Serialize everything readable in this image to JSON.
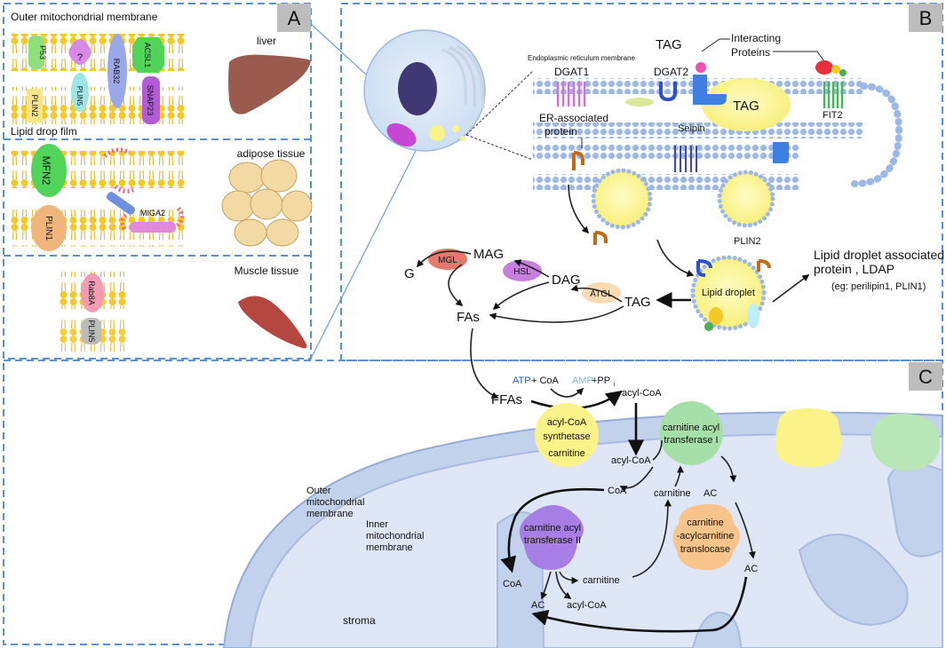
{
  "panels": {
    "a": "A",
    "b": "B",
    "c": "C"
  },
  "panel_a": {
    "outer_membrane_title": "Outer mitochondrial membrane",
    "lipid_film_label": "Lipid drop film",
    "liver": "liver",
    "adipose": "adipose tissue",
    "muscle": "Muscle tissue",
    "proteins": {
      "p53": "P53",
      "question": "?",
      "rab32": "RAB32",
      "acsl1": "ACSL1",
      "plin2": "PLIN2",
      "plin5": "PLIN5",
      "snap23": "SNAP23",
      "mfn2": "MFN2",
      "plin1": "PLIN1",
      "miga2": "MIGA2",
      "rab8a": "Rab8A",
      "plin5b": "PLIN5"
    }
  },
  "panel_b": {
    "er_membrane": "Endoplasmic reticulum membrane",
    "dgat1": "DGAT1",
    "dgat2": "DGAT2",
    "tag_top": "TAG",
    "interacting": "Interacting",
    "proteins": "Proteins",
    "tag_droplet": "TAG",
    "seipin": "Seipin",
    "fit2": "FIT2",
    "er_assoc_1": "ER-associated",
    "er_assoc_2": "protein",
    "plin2": "PLIN2",
    "ldap_1": "Lipid droplet associated",
    "ldap_2": "protein , LDAP",
    "ldap_eg": "(eg: perilipin1, PLIN1)",
    "lipid_droplet": "Lipid droplet",
    "tag_hydro": "TAG",
    "atgl": "ATGL",
    "dag": "DAG",
    "hsl": "HSL",
    "mag": "MAG",
    "mgl": "MGL",
    "g": "G",
    "fas": "FAs"
  },
  "panel_c": {
    "ffas": "FFAs",
    "atp": "ATP",
    "coa_plus": "+ CoA",
    "amp": "AMP",
    "ppi": "+PP",
    "ppi_sub": "i",
    "acyl_coa_1": "acyl-CoA",
    "synthetase_1": "acyl-CoA",
    "synthetase_2": "synthetase",
    "synthetase_3": "carnitine",
    "cat1_1": "carnitine acyl",
    "cat1_2": "transferase I",
    "acyl_coa_2": "acyl-CoA",
    "coa_1": "CoA",
    "carnitine_1": "carnitine",
    "ac_1": "AC",
    "translocase_1": "carnitine",
    "translocase_2": "-acylcarnitine",
    "translocase_3": "translocase",
    "cat2_1": "carnitine acyl",
    "cat2_2": "transferase II",
    "ac_2": "AC",
    "coa_2": "CoA",
    "carnitine_2": "carnitine",
    "ac_3": "AC",
    "acyl_coa_3": "acyl-CoA",
    "outer_1": "Outer",
    "outer_2": "mitochondrial",
    "outer_3": "membrane",
    "inner_1": "Inner",
    "inner_2": "mitochondrial",
    "inner_3": "membrane",
    "stroma": "stroma"
  },
  "colors": {
    "panel_border": "#5b8fd6",
    "label_box": "#bdbdbd",
    "lipid_head": "#f4c72a",
    "er_bead": "#9db8e8",
    "droplet": "#fbf59a",
    "mito_matrix": "#dfe6f6",
    "mito_membrane": "#9fb4dc",
    "atp_blue": "#1f5fd6",
    "amp_blue": "#8fb2e6"
  }
}
